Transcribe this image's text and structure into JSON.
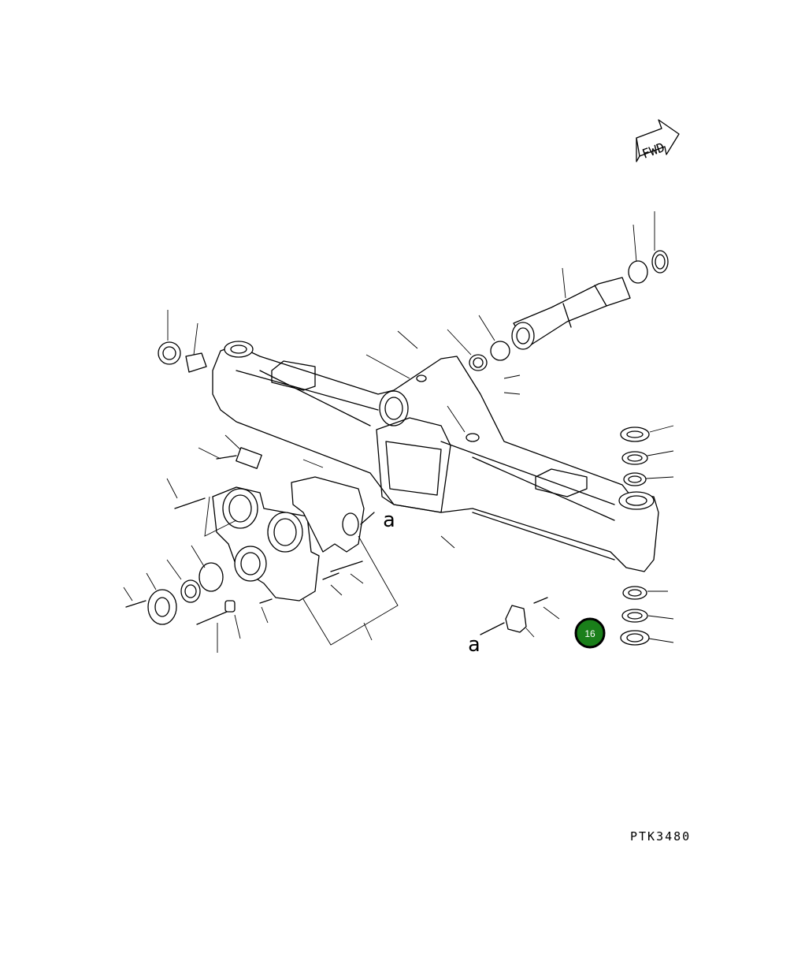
{
  "diagram": {
    "drawing_code": "PTK3480",
    "direction_label": "FWD",
    "detail_marker": "a",
    "callout_badge": {
      "label": "16",
      "color": "#1a7f1a",
      "border": "#000000"
    }
  }
}
